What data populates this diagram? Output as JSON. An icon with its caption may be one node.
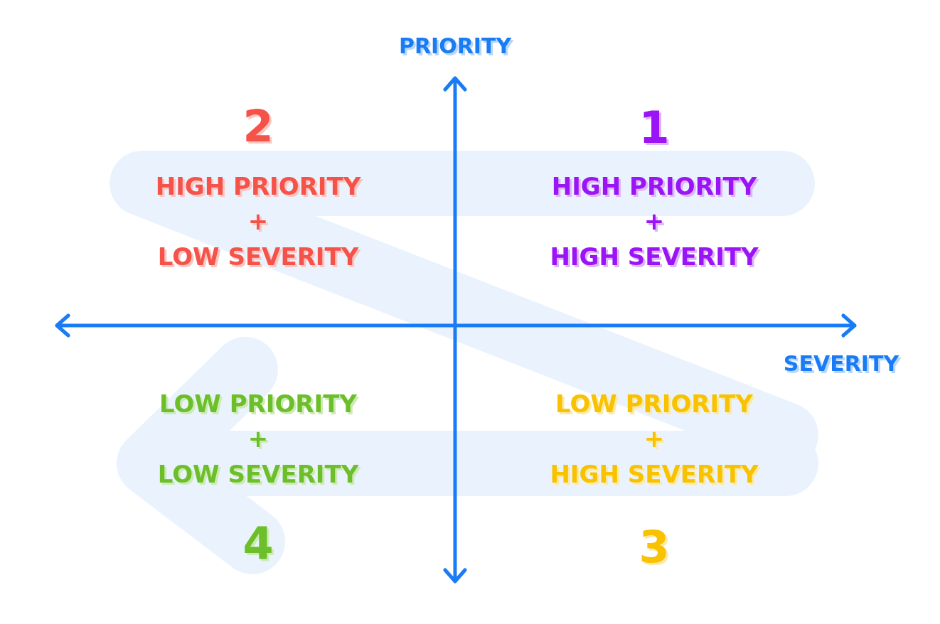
{
  "diagram": {
    "labels": [
      "PRIORITY",
      "2",
      "1",
      "HIGH PRIORITY + LOW SEVERITY",
      "HIGH PRIORITY + HIGH SEVERITY",
      "SEVERITY",
      "LOW PRIORITY + LOW SEVERITY",
      "LOW PRIORITY + HIGH SEVERITY",
      "4",
      "3"
    ]
  }
}
